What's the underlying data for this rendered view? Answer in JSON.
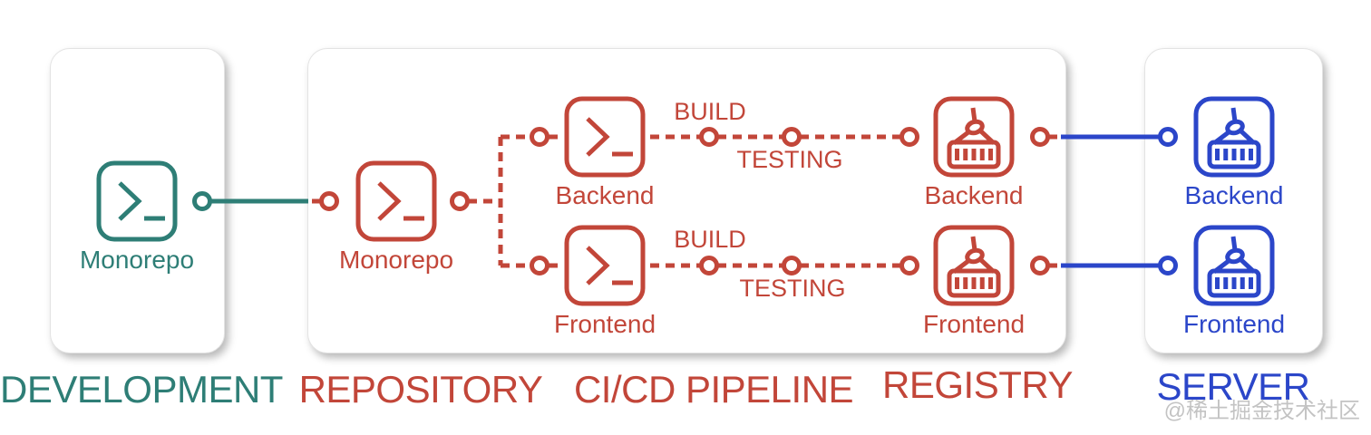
{
  "colors": {
    "teal": "#2E7E76",
    "red": "#C24639",
    "blue": "#2B46C9",
    "watermark": "#B9B9B9"
  },
  "sections": {
    "development": {
      "title": "DEVELOPMENT"
    },
    "repository": {
      "title": "REPOSITORY"
    },
    "cicd": {
      "title": "CI/CD PIPELINE"
    },
    "registry": {
      "title": "REGISTRY"
    },
    "server": {
      "title": "SERVER"
    }
  },
  "nodes": {
    "dev_monorepo": {
      "label": "Monorepo",
      "icon": "terminal-icon"
    },
    "repo_monorepo": {
      "label": "Monorepo",
      "icon": "terminal-icon"
    },
    "ci_backend": {
      "label": "Backend",
      "icon": "terminal-icon"
    },
    "ci_frontend": {
      "label": "Frontend",
      "icon": "terminal-icon"
    },
    "registry_backend": {
      "label": "Backend",
      "icon": "container-icon"
    },
    "registry_frontend": {
      "label": "Frontend",
      "icon": "container-icon"
    },
    "server_backend": {
      "label": "Backend",
      "icon": "container-icon"
    },
    "server_frontend": {
      "label": "Frontend",
      "icon": "container-icon"
    }
  },
  "stages": {
    "build": "BUILD",
    "testing": "TESTING"
  },
  "watermark": {
    "text": "@稀土掘金技术社区"
  }
}
